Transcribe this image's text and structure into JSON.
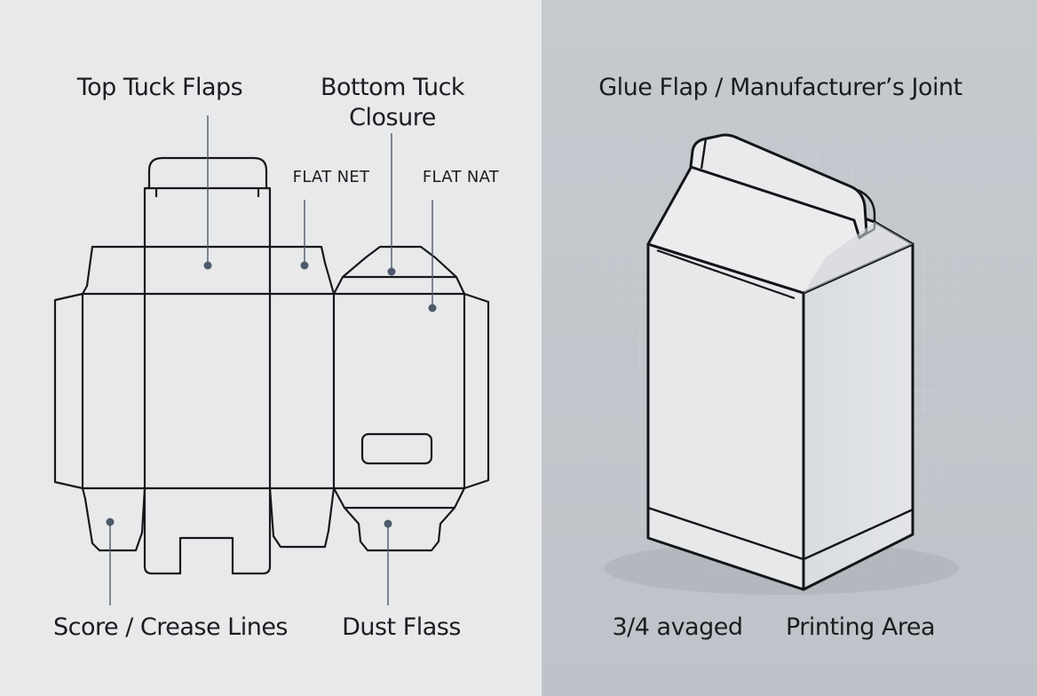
{
  "labels": {
    "top_tuck_flaps": "Top Tuck Flaps",
    "bottom_tuck_closure_line1": "Bottom Tuck",
    "bottom_tuck_closure_line2": "Closure",
    "flat_net": "FLAT NET",
    "flat_nat": "FLAT NAT",
    "score_crease_lines": "Score / Crease Lines",
    "dust_flass": "Dust Flass",
    "glue_flap": "Glue Flap / Manufacturer’s Joint",
    "three_quarter": "3/4 avaged",
    "printing_area": "Printing Area"
  },
  "colors": {
    "left_bg": "#e8e9ea",
    "right_bg": "#c2c6cb",
    "stroke": "#16181b",
    "leader": "#4d5a6a",
    "dot": "#4d5a6a"
  }
}
